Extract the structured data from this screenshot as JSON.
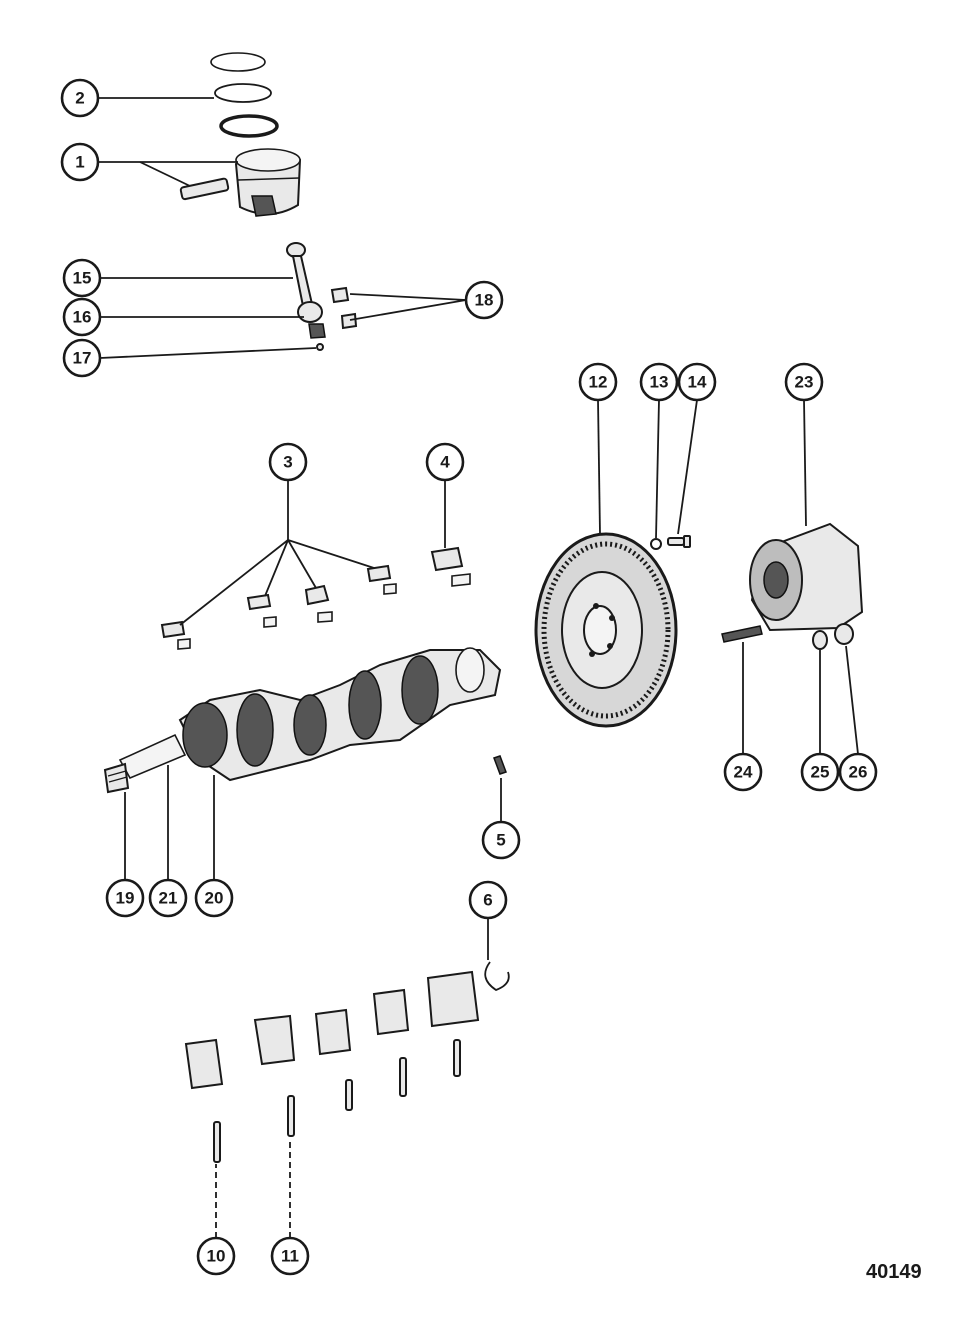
{
  "figure_number": "40149",
  "callouts": [
    "1",
    "2",
    "3",
    "4",
    "5",
    "6",
    "10",
    "11",
    "12",
    "13",
    "14",
    "15",
    "16",
    "17",
    "18",
    "19",
    "20",
    "21",
    "23",
    "24",
    "25",
    "26"
  ],
  "colors": {
    "ink": "#1a1a1a",
    "paper": "#ffffff",
    "part_fill": "#e9e9e9"
  }
}
